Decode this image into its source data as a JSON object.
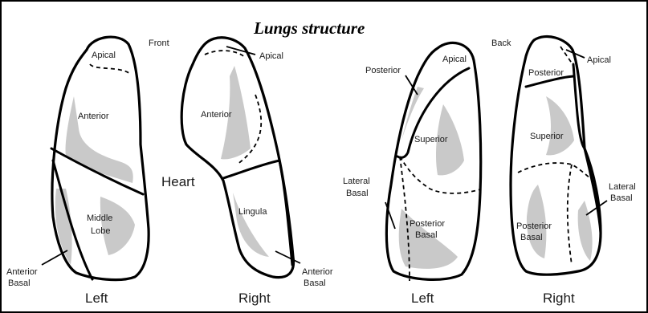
{
  "title": "Lungs structure",
  "view_labels": {
    "front": "Front",
    "back": "Back"
  },
  "front": {
    "left_lung": {
      "apical": "Apical",
      "anterior": "Anterior",
      "middle_lobe_line1": "Middle",
      "middle_lobe_line2": "Lobe",
      "anterior_basal_line1": "Anterior",
      "anterior_basal_line2": "Basal",
      "side": "Left"
    },
    "heart": "Heart",
    "right_lung": {
      "apical": "Apical",
      "anterior": "Anterior",
      "lingula": "Lingula",
      "anterior_basal_line1": "Anterior",
      "anterior_basal_line2": "Basal",
      "side": "Right"
    }
  },
  "back": {
    "left_lung": {
      "posterior": "Posterior",
      "apical": "Apical",
      "superior": "Superior",
      "lateral_basal_line1": "Lateral",
      "lateral_basal_line2": "Basal",
      "posterior_basal_line1": "Posterior",
      "posterior_basal_line2": "Basal",
      "side": "Left"
    },
    "right_lung": {
      "apical": "Apical",
      "posterior": "Posterior",
      "superior": "Superior",
      "lateral_basal_line1": "Lateral",
      "lateral_basal_line2": "Basal",
      "posterior_basal_line1": "Posterior",
      "posterior_basal_line2": "Basal",
      "side": "Right"
    }
  }
}
